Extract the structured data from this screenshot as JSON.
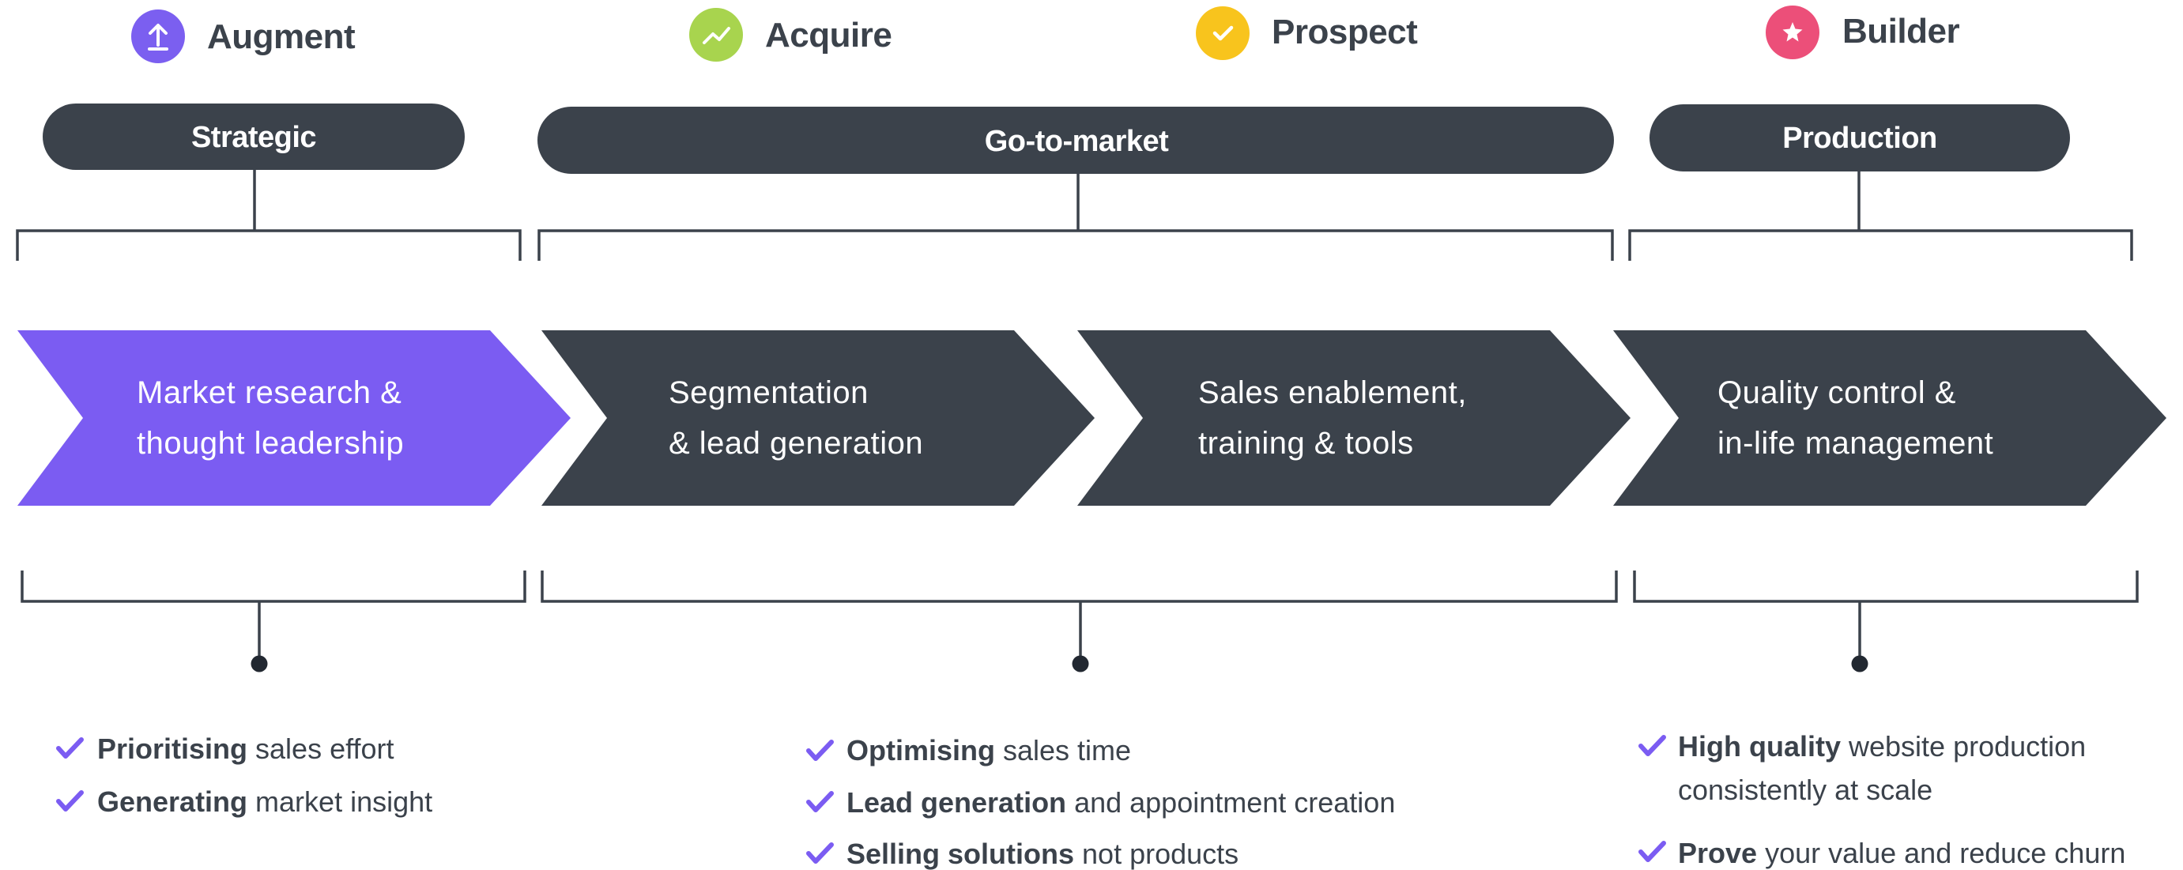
{
  "brands": [
    {
      "name": "Augment",
      "color": "#7b5ff0",
      "icon": "upload-arrow-icon"
    },
    {
      "name": "Acquire",
      "color": "#a8d44e",
      "icon": "trend-line-icon"
    },
    {
      "name": "Prospect",
      "color": "#f8c41d",
      "icon": "checkmark-icon"
    },
    {
      "name": "Builder",
      "color": "#ec4f79",
      "icon": "star-icon"
    }
  ],
  "phases": [
    {
      "label": "Strategic"
    },
    {
      "label": "Go-to-market"
    },
    {
      "label": "Production"
    }
  ],
  "steps": [
    {
      "lines": [
        "Market research &",
        "thought leadership"
      ],
      "color": "#7b5cf2"
    },
    {
      "lines": [
        "Segmentation",
        "& lead generation"
      ],
      "color": "#3b424b"
    },
    {
      "lines": [
        "Sales enablement,",
        "training & tools"
      ],
      "color": "#3b424b"
    },
    {
      "lines": [
        "Quality control &",
        "in-life management"
      ],
      "color": "#3b424b"
    }
  ],
  "outcomes": [
    {
      "bullets": [
        {
          "lines": [
            {
              "bold": "Prioritising",
              "rest": " sales effort"
            }
          ]
        },
        {
          "lines": [
            {
              "bold": "Generating",
              "rest": " market insight"
            }
          ]
        }
      ]
    },
    {
      "bullets": [
        {
          "lines": [
            {
              "bold": "Optimising",
              "rest": " sales time"
            }
          ]
        },
        {
          "lines": [
            {
              "bold": "Lead generation",
              "rest": " and appointment creation"
            }
          ]
        },
        {
          "lines": [
            {
              "bold": "Selling solutions",
              "rest": " not products"
            }
          ]
        }
      ]
    },
    {
      "bullets": [
        {
          "lines": [
            {
              "bold": "High quality",
              "rest": " website production"
            },
            {
              "bold": "",
              "rest": "consistently at scale"
            }
          ]
        },
        {
          "lines": [
            {
              "bold": "Prove",
              "rest": " your value and reduce churn"
            }
          ]
        }
      ]
    }
  ],
  "colors": {
    "dark": "#3b424b",
    "check": "#7b5cf2"
  }
}
